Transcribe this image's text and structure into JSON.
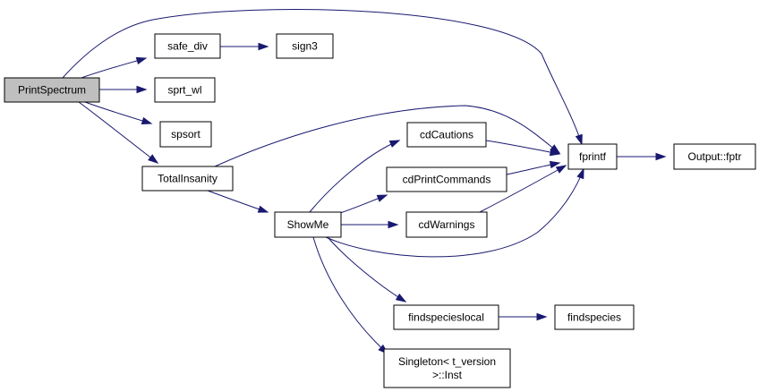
{
  "colors": {
    "edge": "#191970",
    "root_fill": "#bfbfbf",
    "node_fill": "#ffffff",
    "node_border": "#000000"
  },
  "nodes": [
    {
      "id": "PrintSpectrum",
      "lines": [
        "PrintSpectrum"
      ],
      "root": true
    },
    {
      "id": "safe_div",
      "lines": [
        "safe_div"
      ]
    },
    {
      "id": "sign3",
      "lines": [
        "sign3"
      ]
    },
    {
      "id": "sprt_wl",
      "lines": [
        "sprt_wl"
      ]
    },
    {
      "id": "spsort",
      "lines": [
        "spsort"
      ]
    },
    {
      "id": "TotalInsanity",
      "lines": [
        "TotalInsanity"
      ]
    },
    {
      "id": "fprintf",
      "lines": [
        "fprintf"
      ]
    },
    {
      "id": "Output_fptr",
      "lines": [
        "Output::fptr"
      ]
    },
    {
      "id": "cdCautions",
      "lines": [
        "cdCautions"
      ]
    },
    {
      "id": "cdPrintCommands",
      "lines": [
        "cdPrintCommands"
      ]
    },
    {
      "id": "cdWarnings",
      "lines": [
        "cdWarnings"
      ]
    },
    {
      "id": "ShowMe",
      "lines": [
        "ShowMe"
      ]
    },
    {
      "id": "findspecieslocal",
      "lines": [
        "findspecieslocal"
      ]
    },
    {
      "id": "findspecies",
      "lines": [
        "findspecies"
      ]
    },
    {
      "id": "Singleton_Inst",
      "lines": [
        "Singleton< t_version",
        ">::Inst"
      ]
    }
  ],
  "edges": [
    {
      "from": "PrintSpectrum",
      "to": "safe_div"
    },
    {
      "from": "PrintSpectrum",
      "to": "fprintf"
    },
    {
      "from": "PrintSpectrum",
      "to": "sprt_wl"
    },
    {
      "from": "PrintSpectrum",
      "to": "spsort"
    },
    {
      "from": "PrintSpectrum",
      "to": "TotalInsanity"
    },
    {
      "from": "safe_div",
      "to": "sign3"
    },
    {
      "from": "TotalInsanity",
      "to": "fprintf"
    },
    {
      "from": "TotalInsanity",
      "to": "ShowMe"
    },
    {
      "from": "fprintf",
      "to": "Output_fptr"
    },
    {
      "from": "ShowMe",
      "to": "cdCautions"
    },
    {
      "from": "ShowMe",
      "to": "cdPrintCommands"
    },
    {
      "from": "ShowMe",
      "to": "cdWarnings"
    },
    {
      "from": "ShowMe",
      "to": "fprintf"
    },
    {
      "from": "ShowMe",
      "to": "findspecieslocal"
    },
    {
      "from": "ShowMe",
      "to": "Singleton_Inst"
    },
    {
      "from": "cdCautions",
      "to": "fprintf"
    },
    {
      "from": "cdPrintCommands",
      "to": "fprintf"
    },
    {
      "from": "cdWarnings",
      "to": "fprintf"
    },
    {
      "from": "findspecieslocal",
      "to": "findspecies"
    }
  ]
}
